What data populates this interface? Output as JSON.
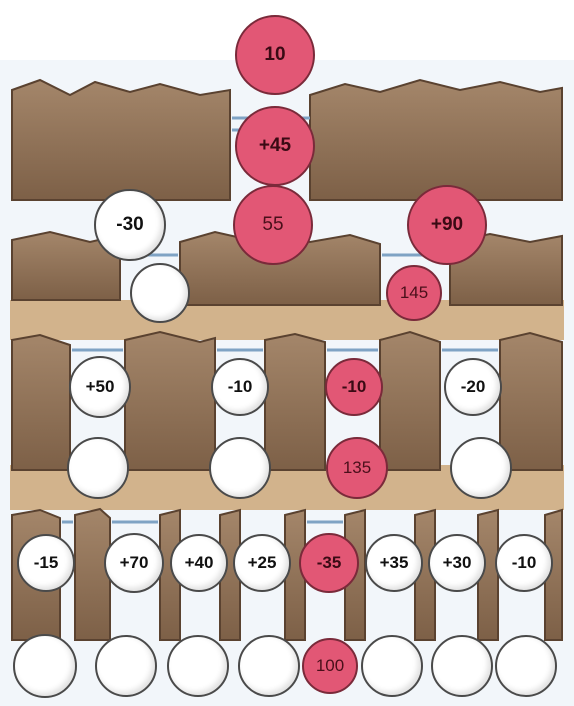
{
  "puzzle": {
    "colors": {
      "path": "#e25775",
      "path_border": "#7a2a3a",
      "stone": "#ffffff",
      "rock": "#9b7b5c",
      "rock_dark": "#6b4f37",
      "snow": "#f2f6fa",
      "tan": "#d2b38c",
      "ice": "#7fa3c4"
    },
    "start": {
      "value": "10"
    },
    "row1": {
      "pink": "+45"
    },
    "row2": [
      {
        "value": "-30",
        "kind": "white"
      },
      {
        "value": "55",
        "kind": "pink"
      },
      {
        "value": "+90",
        "kind": "pink"
      }
    ],
    "row2_below": [
      {
        "value": "",
        "kind": "white"
      },
      {
        "value": "145",
        "kind": "pink"
      }
    ],
    "row3": [
      {
        "value": "+50",
        "kind": "white"
      },
      {
        "value": "-10",
        "kind": "white"
      },
      {
        "value": "-10",
        "kind": "pink"
      },
      {
        "value": "-20",
        "kind": "white"
      }
    ],
    "row3_below": [
      {
        "value": "",
        "kind": "white"
      },
      {
        "value": "",
        "kind": "white"
      },
      {
        "value": "135",
        "kind": "pink"
      },
      {
        "value": "",
        "kind": "white"
      }
    ],
    "row4": [
      {
        "value": "-15",
        "kind": "white"
      },
      {
        "value": "+70",
        "kind": "white"
      },
      {
        "value": "+40",
        "kind": "white"
      },
      {
        "value": "+25",
        "kind": "white"
      },
      {
        "value": "-35",
        "kind": "pink"
      },
      {
        "value": "+35",
        "kind": "white"
      },
      {
        "value": "+30",
        "kind": "white"
      },
      {
        "value": "-10",
        "kind": "white"
      }
    ],
    "row4_below": [
      {
        "value": "",
        "kind": "white"
      },
      {
        "value": "",
        "kind": "white"
      },
      {
        "value": "",
        "kind": "white"
      },
      {
        "value": "",
        "kind": "white"
      },
      {
        "value": "100",
        "kind": "pink"
      },
      {
        "value": "",
        "kind": "white"
      },
      {
        "value": "",
        "kind": "white"
      },
      {
        "value": "",
        "kind": "white"
      }
    ]
  }
}
